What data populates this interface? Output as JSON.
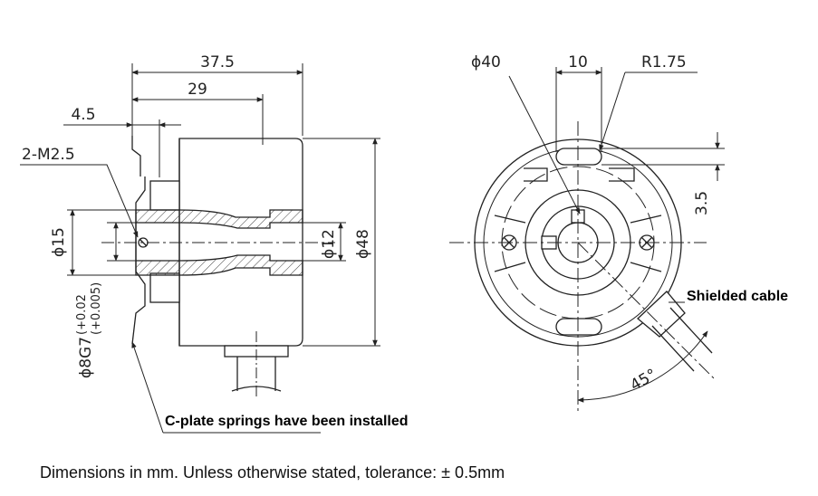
{
  "dimensions": {
    "overall_length": "37.5",
    "body_length": "29",
    "flange_offset": "4.5",
    "mount_thread": "2-M2.5",
    "dia_15": "ϕ15",
    "dia_12": "ϕ12",
    "dia_48": "ϕ48",
    "shaft_fit": "ϕ8G7",
    "fit_tolerance": "(+0.02 / +0.005)",
    "tol_upper": "(+0.02",
    "tol_lower": "(+0.005)",
    "bolt_circle": "ϕ40",
    "slot_width": "10",
    "slot_radius": "R1.75",
    "slot_length": "3.5",
    "cable_angle": "45°"
  },
  "labels": {
    "springs": "C-plate springs have been installed",
    "cable": "Shielded cable"
  },
  "footer": "Dimensions in mm. Unless otherwise stated, tolerance: ± 0.5mm"
}
